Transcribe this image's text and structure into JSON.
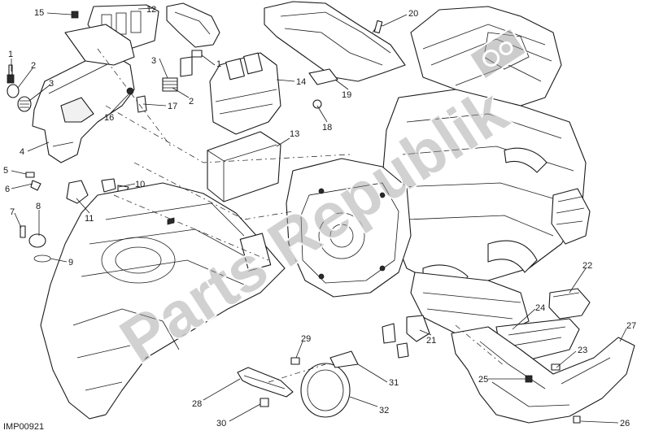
{
  "drawing_code": "IMP00921",
  "watermark": "Parts Republik",
  "callouts": [
    "1",
    "2",
    "3",
    "4",
    "5",
    "6",
    "7",
    "8",
    "9",
    "10",
    "11",
    "12",
    "13",
    "14",
    "15",
    "16",
    "17",
    "18",
    "19",
    "20",
    "21",
    "22",
    "23",
    "24",
    "25",
    "26",
    "27",
    "28",
    "29",
    "30",
    "31",
    "32"
  ],
  "callout_list": [
    "1",
    "2",
    "3",
    "4",
    "5",
    "6",
    "7",
    "8",
    "9",
    "10",
    "11",
    "1",
    "2",
    "3",
    "12",
    "13",
    "14",
    "15",
    "16",
    "17",
    "18",
    "19",
    "20",
    "21",
    "22",
    "23",
    "24",
    "25",
    "26",
    "27",
    "28",
    "29",
    "30",
    "31",
    "32"
  ],
  "colors": {
    "line": "#1a1a1a",
    "watermark": "#9a9a9a",
    "background": "#ffffff"
  },
  "icons": {
    "watermark_logo": "gear-icon"
  }
}
